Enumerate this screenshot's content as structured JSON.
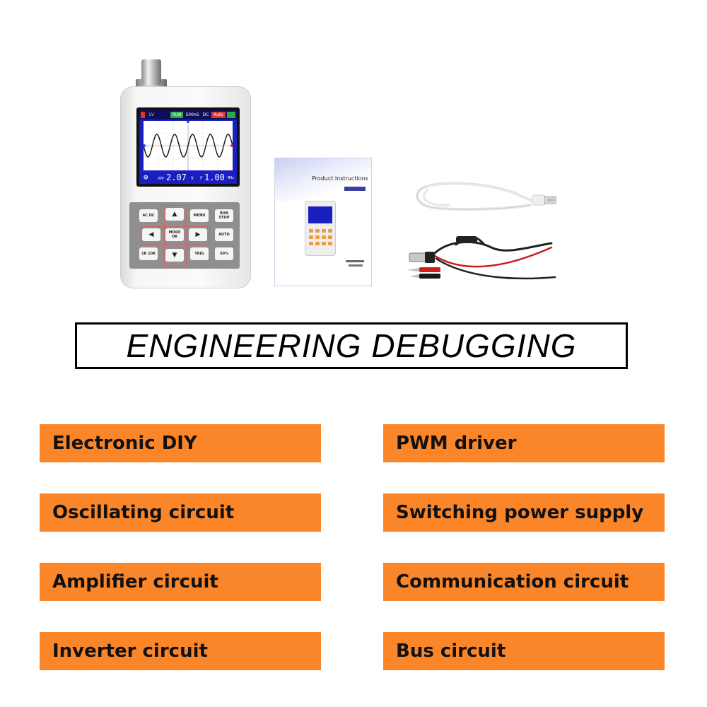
{
  "heading": "ENGINEERING DEBUGGING",
  "scope": {
    "tags": [
      "1V",
      "RUN",
      "500nS",
      "DC",
      "Auto"
    ],
    "vpp_label": "VPP",
    "vpp_value": "2.07",
    "vpp_unit": "V",
    "freq_label": "F",
    "freq_value": "1.00",
    "freq_unit": "MHz",
    "keys": {
      "acdc": "AC DC",
      "menu": "MENU",
      "runstop": "RUN STOP",
      "mode": "MODE OK",
      "auto": "AUTO",
      "range": "1K 10K",
      "trig": "TRIG",
      "fifty": "50%"
    }
  },
  "manual": {
    "title": "Product instructions"
  },
  "applications": {
    "left": [
      "Electronic DIY",
      "Oscillating circuit",
      "Amplifier circuit",
      "Inverter circuit"
    ],
    "right": [
      "PWM driver",
      "Switching power supply",
      "Communication circuit",
      "Bus circuit"
    ]
  },
  "colors": {
    "tile": "#fb8629",
    "screen": "#1a1fbf",
    "wave": "#111111"
  }
}
